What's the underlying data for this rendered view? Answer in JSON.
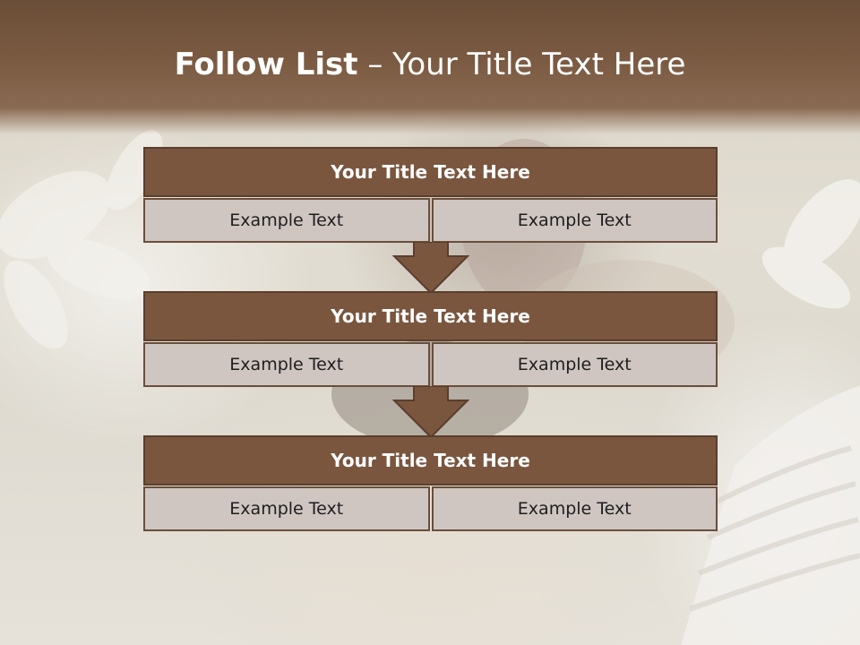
{
  "slide": {
    "title_bold": "Follow List",
    "title_rest": " – Your Title Text Here"
  },
  "steps": [
    {
      "title": "Your Title Text Here",
      "left": "Example Text",
      "right": "Example Text"
    },
    {
      "title": "Your Title Text Here",
      "left": "Example Text",
      "right": "Example Text"
    },
    {
      "title": "Your Title Text Here",
      "left": "Example Text",
      "right": "Example Text"
    }
  ],
  "colors": {
    "header_brown": "#7b5a42",
    "block_title_brown": "#7a563f",
    "cell_gray": "#cfc6c1",
    "arrow_brown": "#7a563f"
  }
}
